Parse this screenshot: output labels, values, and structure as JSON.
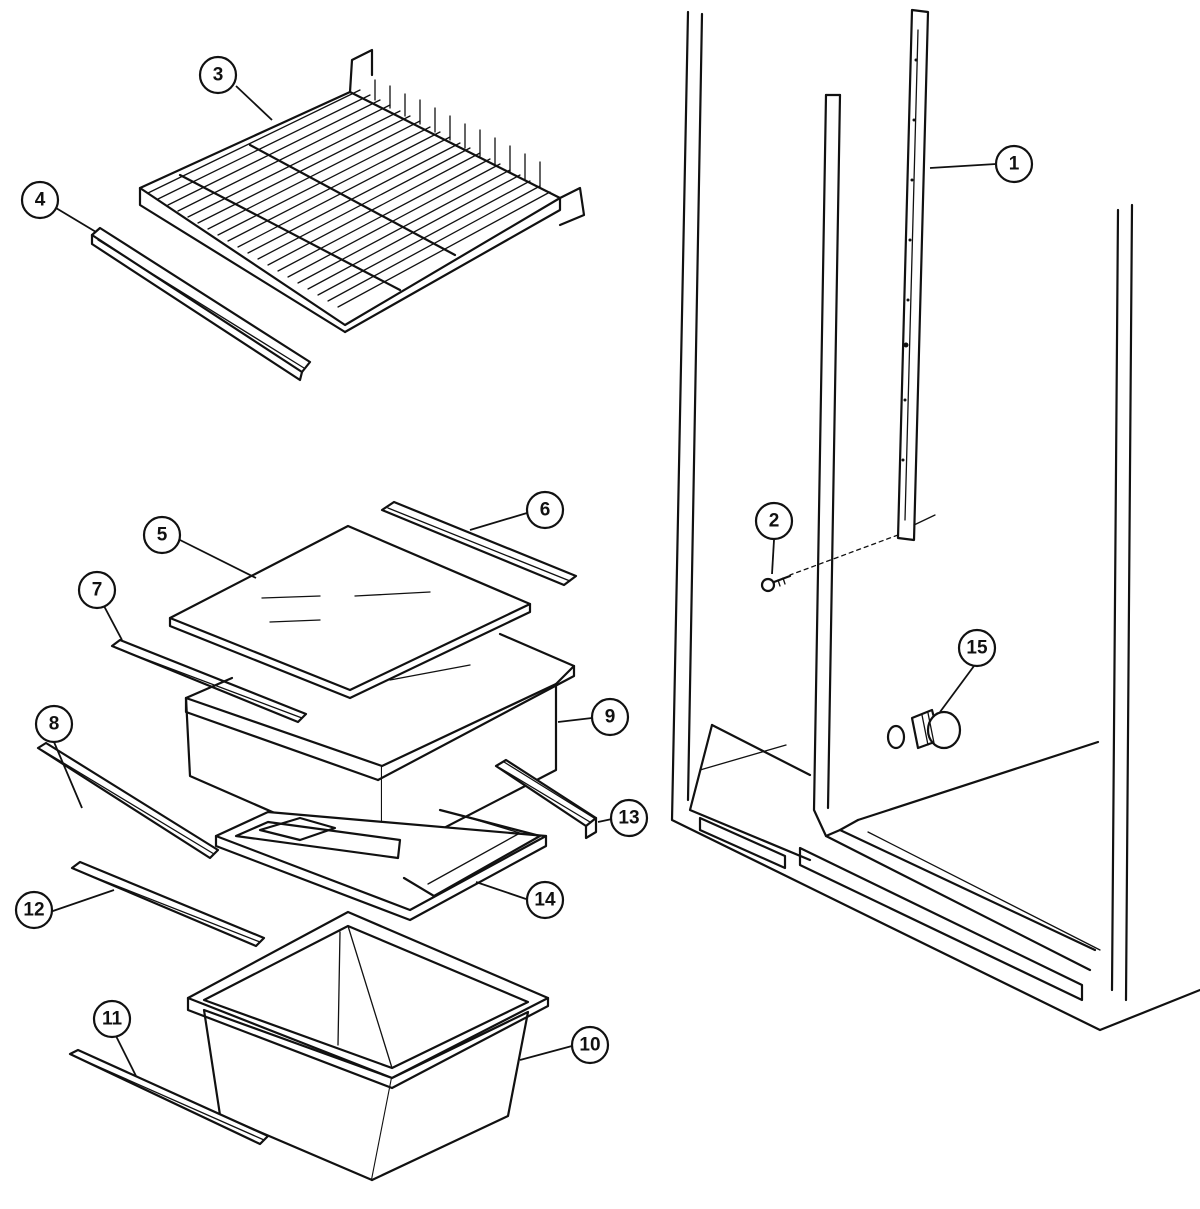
{
  "callouts": [
    {
      "id": "c1",
      "label": "1"
    },
    {
      "id": "c2",
      "label": "2"
    },
    {
      "id": "c3",
      "label": "3"
    },
    {
      "id": "c4",
      "label": "4"
    },
    {
      "id": "c5",
      "label": "5"
    },
    {
      "id": "c6",
      "label": "6"
    },
    {
      "id": "c7",
      "label": "7"
    },
    {
      "id": "c8",
      "label": "8"
    },
    {
      "id": "c9",
      "label": "9"
    },
    {
      "id": "c10",
      "label": "10"
    },
    {
      "id": "c11",
      "label": "11"
    },
    {
      "id": "c12",
      "label": "12"
    },
    {
      "id": "c13",
      "label": "13"
    },
    {
      "id": "c14",
      "label": "14"
    },
    {
      "id": "c15",
      "label": "15"
    }
  ],
  "colors": {
    "line": "#111111",
    "background": "#ffffff"
  }
}
